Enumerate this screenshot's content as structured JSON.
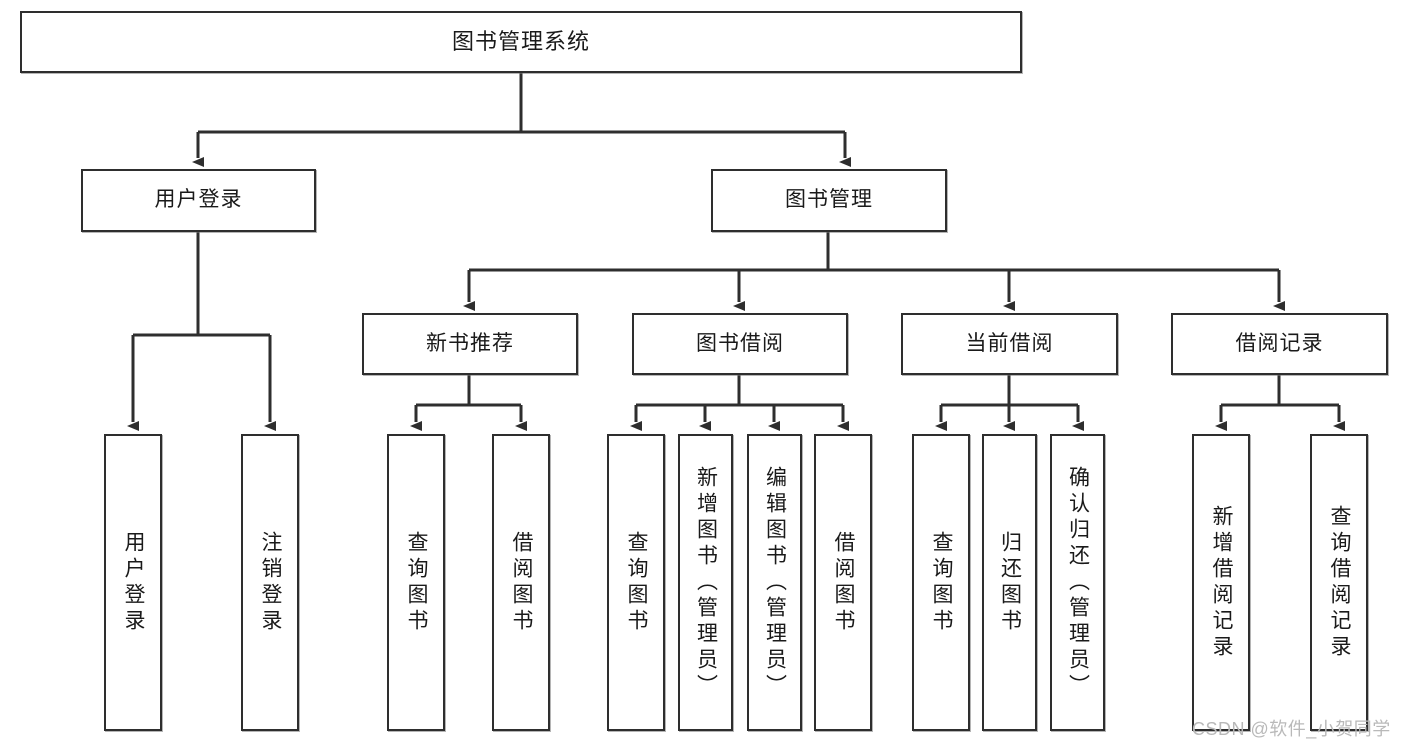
{
  "diagram": {
    "title": "图书管理系统",
    "type": "tree-hierarchy-chart",
    "colors": {
      "box_border": "#2e2e2e",
      "box_fill": "#ffffff",
      "edge": "#2e2e2e",
      "background": "#ffffff",
      "watermark": "#b9b9b9"
    }
  },
  "root": {
    "label": "图书管理系统"
  },
  "level2": [
    {
      "label": "用户登录"
    },
    {
      "label": "图书管理"
    }
  ],
  "level3": [
    {
      "label": "新书推荐"
    },
    {
      "label": "图书借阅"
    },
    {
      "label": "当前借阅"
    },
    {
      "label": "借阅记录"
    }
  ],
  "leaves": {
    "user_login": [
      {
        "label": "用户登录"
      },
      {
        "label": "注销登录"
      }
    ],
    "new_book_recommend": [
      {
        "label": "查询图书"
      },
      {
        "label": "借阅图书"
      }
    ],
    "book_borrow": [
      {
        "label": "查询图书"
      },
      {
        "label": "新增图书（管理员）"
      },
      {
        "label": "编辑图书（管理员）"
      },
      {
        "label": "借阅图书"
      }
    ],
    "current_borrow": [
      {
        "label": "查询图书"
      },
      {
        "label": "归还图书"
      },
      {
        "label": "确认归还（管理员）"
      }
    ],
    "borrow_record": [
      {
        "label": "新增借阅记录"
      },
      {
        "label": "查询借阅记录"
      }
    ]
  },
  "watermark": {
    "text": "CSDN @软件_小贺同学"
  }
}
